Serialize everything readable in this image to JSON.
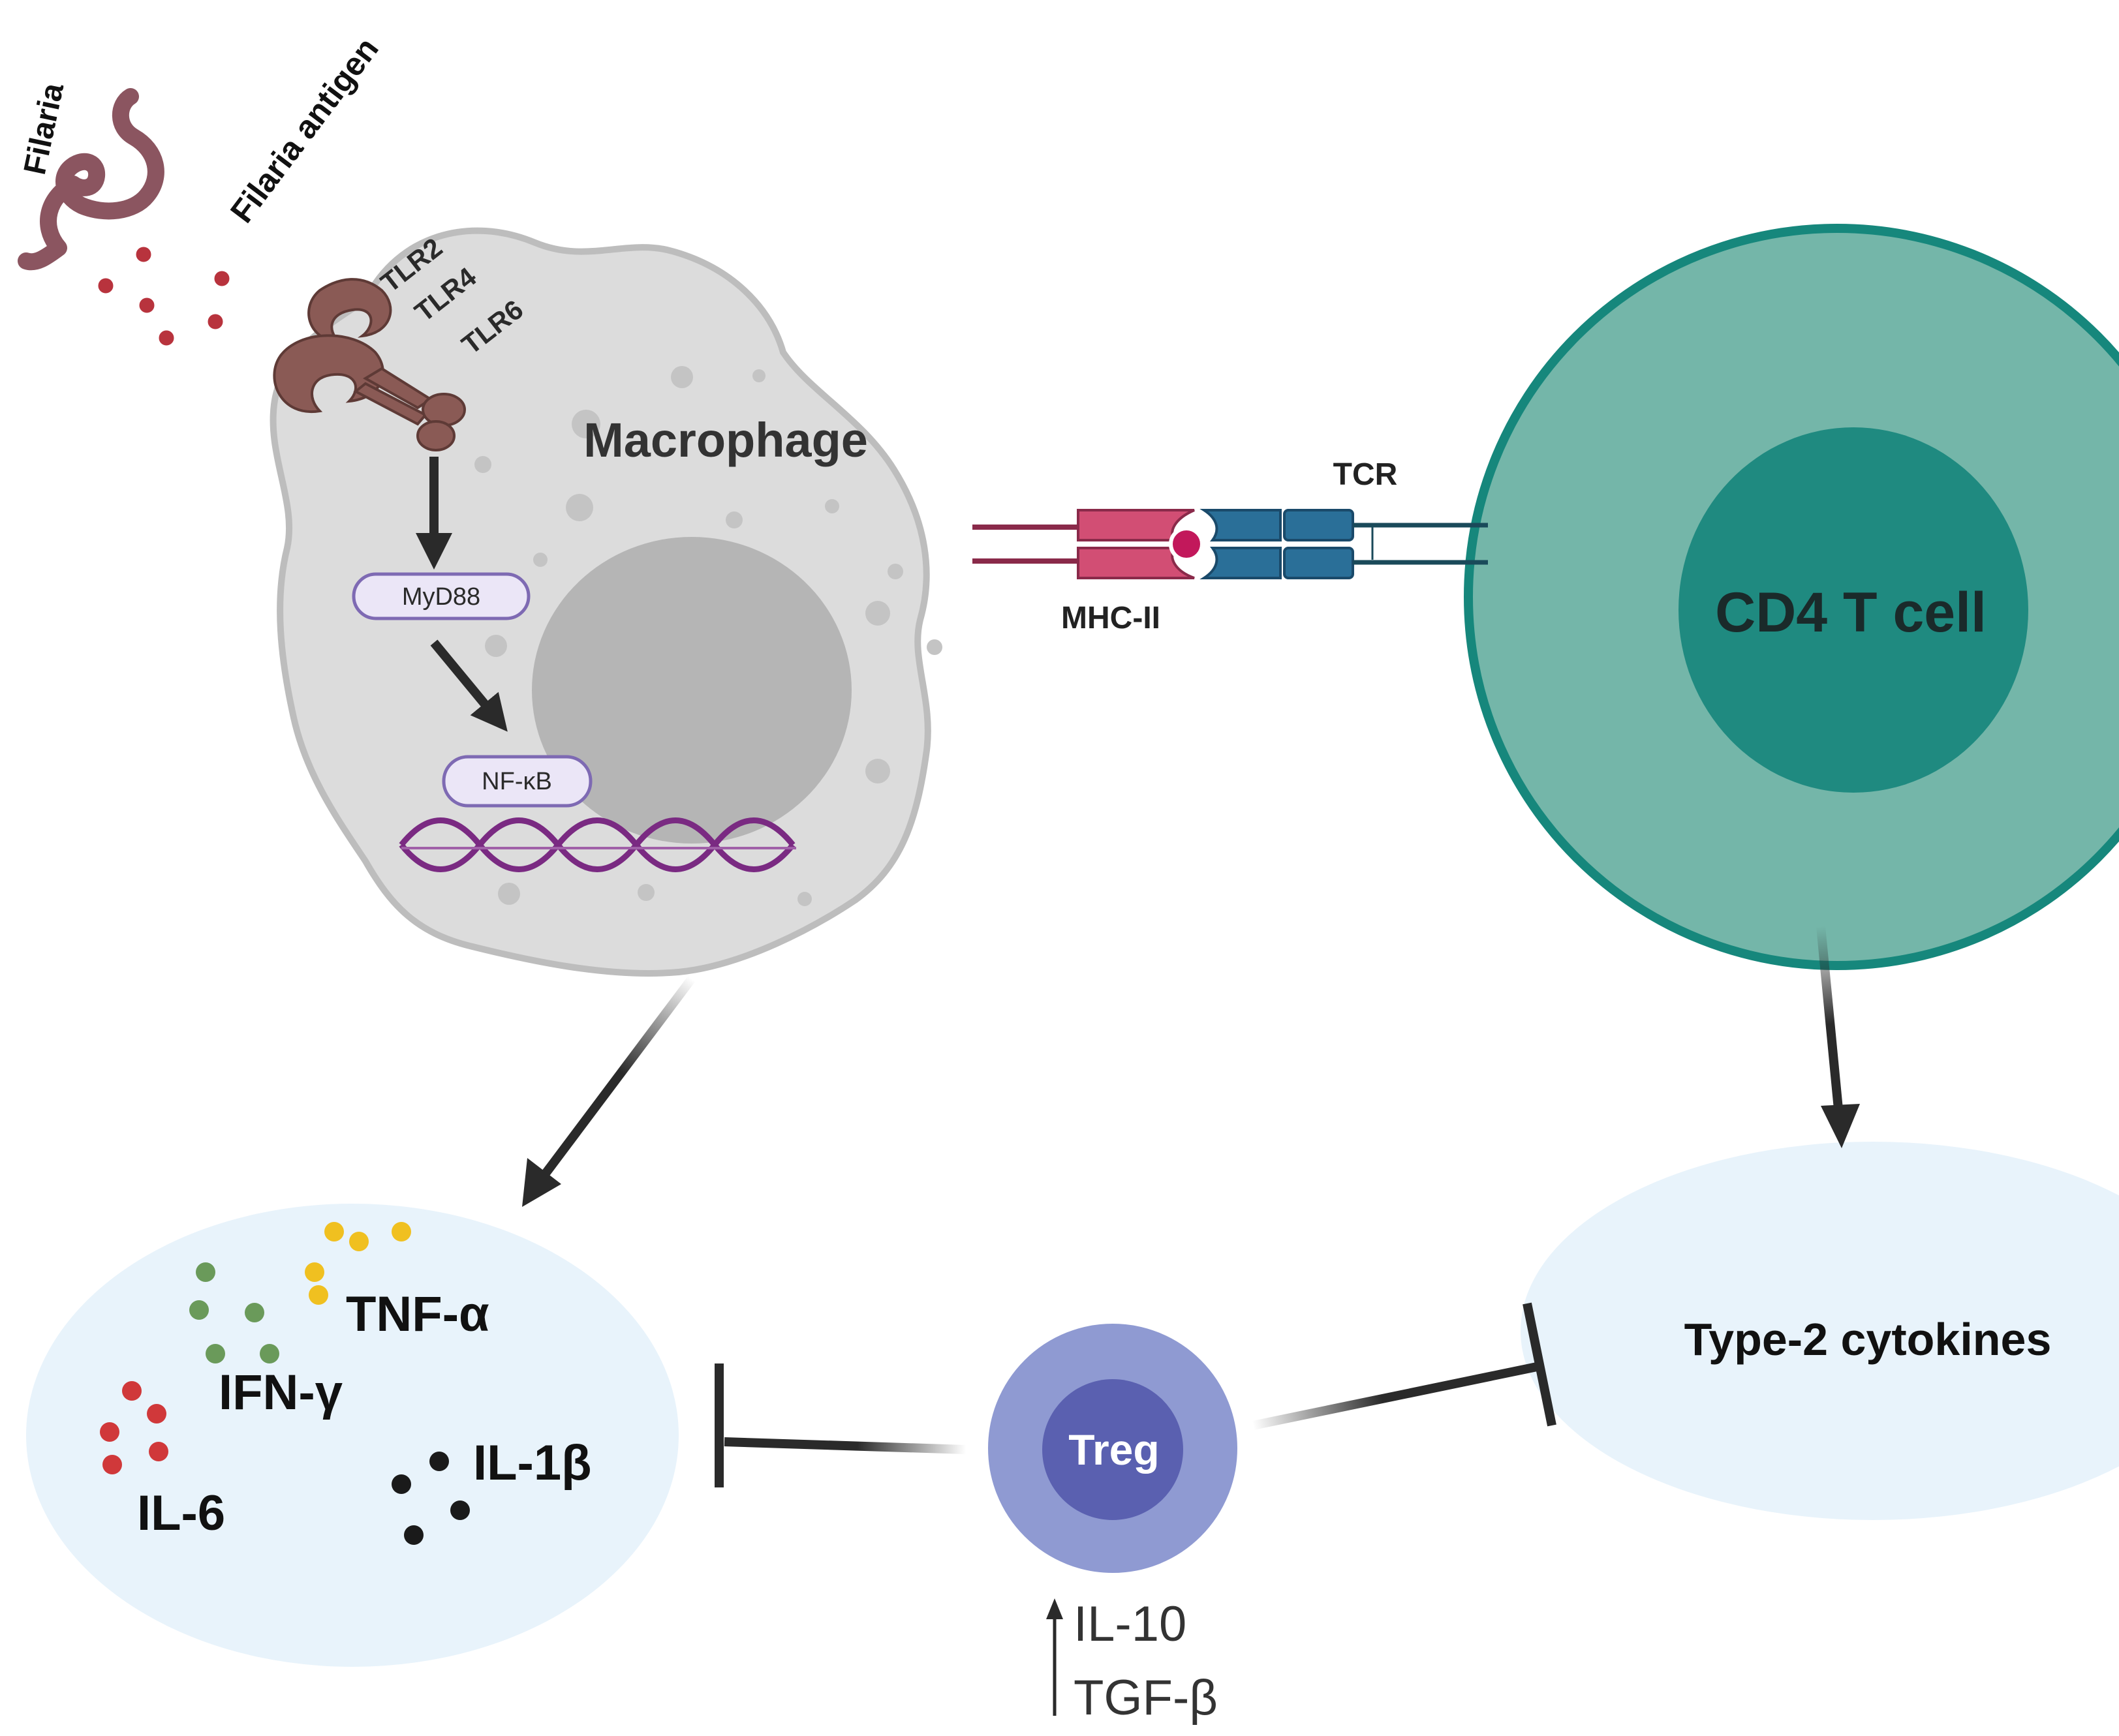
{
  "labels": {
    "filaria": "Filaria",
    "filaria_antigen": "Filaria antigen",
    "tlr2": "TLR2",
    "tlr4": "TLR4",
    "tlr6": "TLR6",
    "macrophage": "Macrophage",
    "myd88": "MyD88",
    "nfkb": "NF-κB",
    "tcr": "TCR",
    "mhc": "MHC-II",
    "cd4": "CD4 T cell",
    "type2": "Type-2 cytokines",
    "treg": "Treg",
    "il10": "IL-10",
    "tgfb": "TGF-β",
    "tnfa": "TNF-α",
    "ifng": "IFN-γ",
    "il6": "IL-6",
    "il1b": "IL-1β"
  },
  "colors": {
    "macrophage_fill": "#dcdcdc",
    "macrophage_stroke": "#bdbdbd",
    "nucleus": "#b5b5b5",
    "tcell_outer": "#74b6a9",
    "tcell_inner": "#1f8a80",
    "tcell_stroke": "#16877c",
    "cytokine_pool": "#e8f3fb",
    "treg_outer": "#8f9ad2",
    "treg_inner": "#5a60b0",
    "worm": "#8b5560",
    "antigen": "#b8333d",
    "receptor": "#8a5a55",
    "mhc": "#d24e74",
    "tcr": "#2a6f98",
    "dna": "#7a2a82",
    "tnf_dot": "#f0c020",
    "ifn_dot": "#6a9a5a",
    "il6_dot": "#d0383a",
    "il1b_dot": "#1a1a1a",
    "arrow": "#2a2a2a"
  }
}
